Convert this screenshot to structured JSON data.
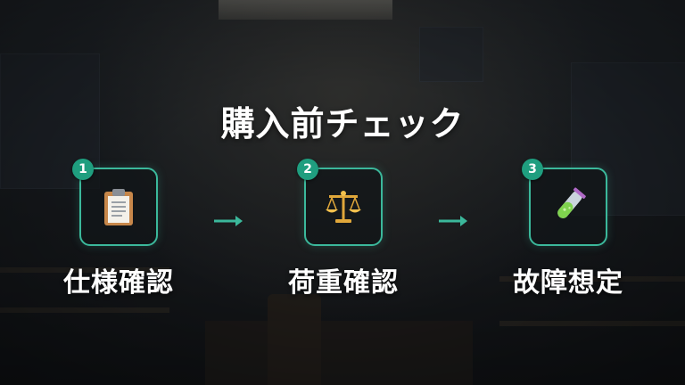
{
  "title": "購入前チェック",
  "steps": [
    {
      "number": "1",
      "label": "仕様確認",
      "icon": "clipboard-icon"
    },
    {
      "number": "2",
      "label": "荷重確認",
      "icon": "balance-scale-icon"
    },
    {
      "number": "3",
      "label": "故障想定",
      "icon": "test-tube-icon"
    }
  ],
  "colors": {
    "accent": "#3bb89b",
    "badge": "#1f9e7f",
    "text": "#ffffff"
  }
}
